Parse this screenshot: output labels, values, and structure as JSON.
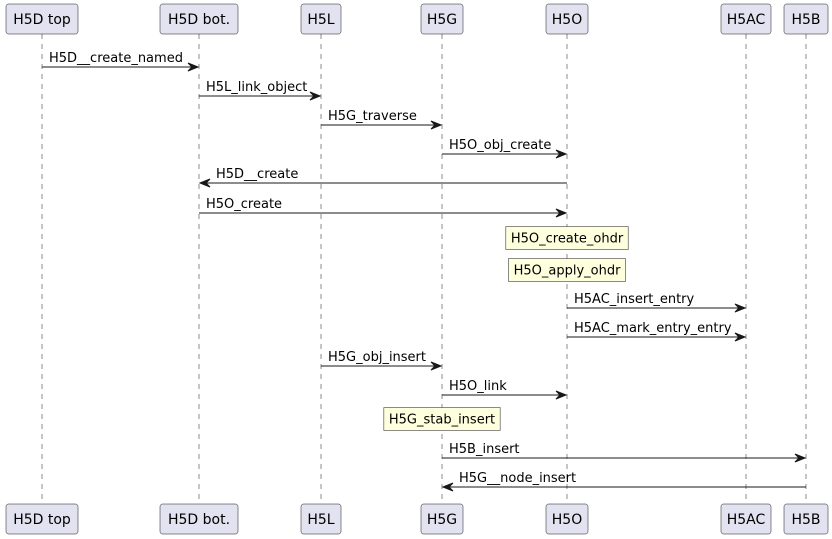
{
  "diagram": {
    "type": "sequence",
    "participants": [
      {
        "id": "h5d_top",
        "label": "H5D top"
      },
      {
        "id": "h5d_bot",
        "label": "H5D bot."
      },
      {
        "id": "h5l",
        "label": "H5L"
      },
      {
        "id": "h5g",
        "label": "H5G"
      },
      {
        "id": "h5o",
        "label": "H5O"
      },
      {
        "id": "h5ac",
        "label": "H5AC"
      },
      {
        "id": "h5b",
        "label": "H5B"
      }
    ],
    "steps": [
      {
        "kind": "message",
        "from": "h5d_top",
        "to": "h5d_bot",
        "label": "H5D__create_named"
      },
      {
        "kind": "message",
        "from": "h5d_bot",
        "to": "h5l",
        "label": "H5L_link_object"
      },
      {
        "kind": "message",
        "from": "h5l",
        "to": "h5g",
        "label": "H5G_traverse"
      },
      {
        "kind": "message",
        "from": "h5g",
        "to": "h5o",
        "label": "H5O_obj_create"
      },
      {
        "kind": "message",
        "from": "h5o",
        "to": "h5d_bot",
        "label": "H5D__create"
      },
      {
        "kind": "message",
        "from": "h5d_bot",
        "to": "h5o",
        "label": "H5O_create"
      },
      {
        "kind": "note",
        "over": "h5o",
        "label": "H5O_create_ohdr"
      },
      {
        "kind": "note",
        "over": "h5o",
        "label": "H5O_apply_ohdr"
      },
      {
        "kind": "message",
        "from": "h5o",
        "to": "h5ac",
        "label": "H5AC_insert_entry"
      },
      {
        "kind": "message",
        "from": "h5o",
        "to": "h5ac",
        "label": "H5AC_mark_entry_entry"
      },
      {
        "kind": "message",
        "from": "h5l",
        "to": "h5g",
        "label": "H5G_obj_insert"
      },
      {
        "kind": "message",
        "from": "h5g",
        "to": "h5o",
        "label": "H5O_link"
      },
      {
        "kind": "note",
        "over": "h5g",
        "label": "H5G_stab_insert"
      },
      {
        "kind": "message",
        "from": "h5g",
        "to": "h5b",
        "label": "H5B_insert"
      },
      {
        "kind": "message",
        "from": "h5b",
        "to": "h5g",
        "label": "H5G__node_insert"
      }
    ]
  },
  "colors": {
    "participant_fill": "#E2E2F0",
    "note_fill": "#FEFFDD",
    "line": "#181818",
    "text": "#000000"
  }
}
